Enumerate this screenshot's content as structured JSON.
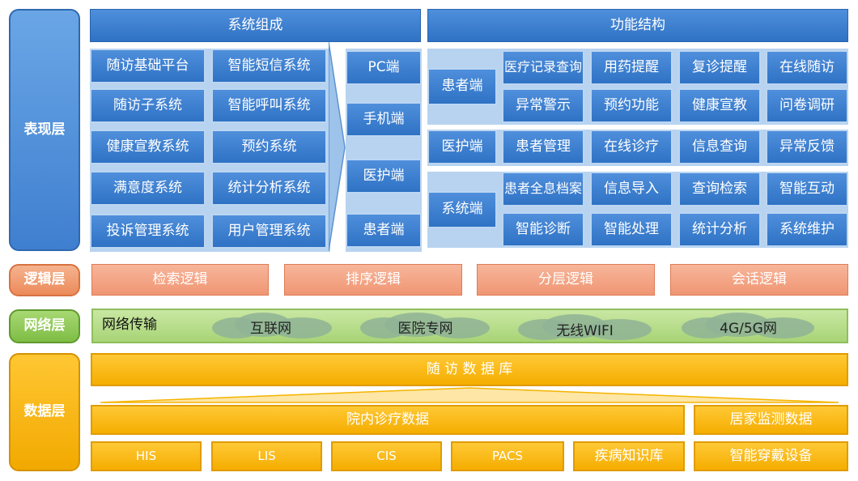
{
  "layers": {
    "presentation": "表现层",
    "logic": "逻辑层",
    "network": "网络层",
    "data": "数据层"
  },
  "headers": {
    "system_composition": "系统组成",
    "function_structure": "功能结构"
  },
  "systems": [
    "随访基础平台",
    "智能短信系统",
    "随访子系统",
    "智能呼叫系统",
    "健康宣教系统",
    "预约系统",
    "满意度系统",
    "统计分析系统",
    "投诉管理系统",
    "用户管理系统"
  ],
  "clients": [
    "PC端",
    "手机端",
    "医护端",
    "患者端"
  ],
  "function_groups": {
    "patient": {
      "label": "患者端",
      "items": [
        "医疗记录查询",
        "用药提醒",
        "复诊提醒",
        "在线随访",
        "异常警示",
        "预约功能",
        "健康宣教",
        "问卷调研"
      ]
    },
    "medical": {
      "label": "医护端",
      "items": [
        "患者管理",
        "在线诊疗",
        "信息查询",
        "异常反馈"
      ]
    },
    "system": {
      "label": "系统端",
      "items": [
        "患者全息档案",
        "信息导入",
        "查询检索",
        "智能互动",
        "智能诊断",
        "智能处理",
        "统计分析",
        "系统维护"
      ]
    }
  },
  "logic_items": [
    "检索逻辑",
    "排序逻辑",
    "分层逻辑",
    "会话逻辑"
  ],
  "network": {
    "title": "网络传输",
    "clouds": [
      "互联网",
      "医院专网",
      "无线WIFI",
      "4G/5G网"
    ]
  },
  "data_layer": {
    "database": "随 访 数 据 库",
    "hospital_data": "院内诊疗数据",
    "home_data": "居家监测数据",
    "sources": [
      "HIS",
      "LIS",
      "CIS",
      "PACS",
      "疾病知识库"
    ],
    "wearable": "智能穿戴设备"
  },
  "colors": {
    "blue": "#3f7fcf",
    "orange": "#f09673",
    "green": "#a8d476",
    "yellow": "#f5ad00"
  }
}
